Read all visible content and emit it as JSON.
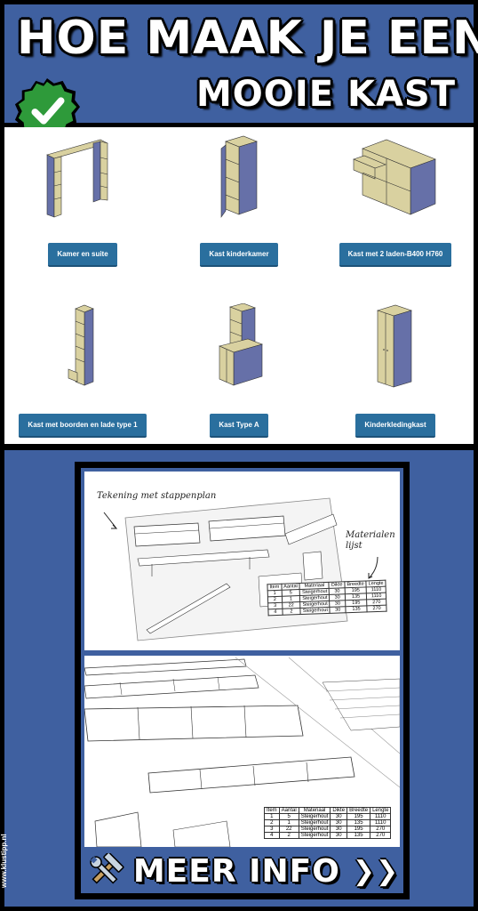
{
  "header": {
    "title_line1": "HOE MAAK JE EEN",
    "title_line2": "MOOIE KAST",
    "badge_icon": "checkmark-icon",
    "badge_color": "#2e9a3a",
    "background": "#3f60a0"
  },
  "products": [
    {
      "label": "Kamer en suite"
    },
    {
      "label": "Kast kinderkamer"
    },
    {
      "label": "Kast met 2 laden-B400 H760"
    },
    {
      "label": "Kast met boorden en lade type 1"
    },
    {
      "label": "Kast Type A"
    },
    {
      "label": "Kinderkledingkast"
    }
  ],
  "preview": {
    "caption_drawing": "Tekening met stappenplan",
    "caption_materials": "Materialen lijst",
    "table_headers": [
      "Item",
      "Aantal",
      "Materiaal",
      "Dikte",
      "Breedte",
      "Lengte"
    ],
    "table_rows": [
      [
        "1",
        "5",
        "Steigerhout",
        "30",
        "195",
        "1110"
      ],
      [
        "2",
        "1",
        "Steigerhout",
        "30",
        "135",
        "1110"
      ],
      [
        "3",
        "22",
        "Steigerhout",
        "30",
        "195",
        "270"
      ],
      [
        "4",
        "2",
        "Steigerhout",
        "30",
        "135",
        "270"
      ]
    ]
  },
  "cta": {
    "label": "MEER INFO",
    "arrows": "❯❯",
    "icon": "tools-icon"
  },
  "credit": "www.klustipp.nl",
  "colors": {
    "accent_blue": "#3f60a0",
    "button_blue": "#2a6f9e",
    "wood": "#d9d1a0",
    "wood_side": "#6670a8"
  }
}
